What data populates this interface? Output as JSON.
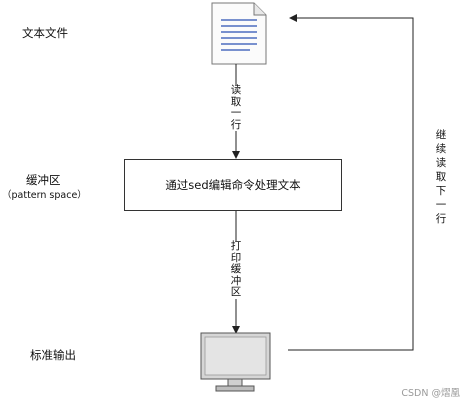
{
  "labels": {
    "text_file": "文本文件",
    "buffer": "缓冲区",
    "buffer_sub": "（pattern space）",
    "stdout": "标准输出"
  },
  "process_box": "通过sed编辑命令处理文本",
  "edges": {
    "read_line": [
      "读",
      "取",
      "一",
      "行"
    ],
    "print_buffer": [
      "打",
      "印",
      "缓",
      "冲",
      "区"
    ],
    "continue_read": [
      "继",
      "续",
      "读",
      "取",
      "下",
      "一",
      "行"
    ]
  },
  "watermark": "CSDN @熠凰",
  "colors": {
    "line": "#222222",
    "doc_lines": "#2b4fb3",
    "monitor": "#d6d6d6"
  }
}
